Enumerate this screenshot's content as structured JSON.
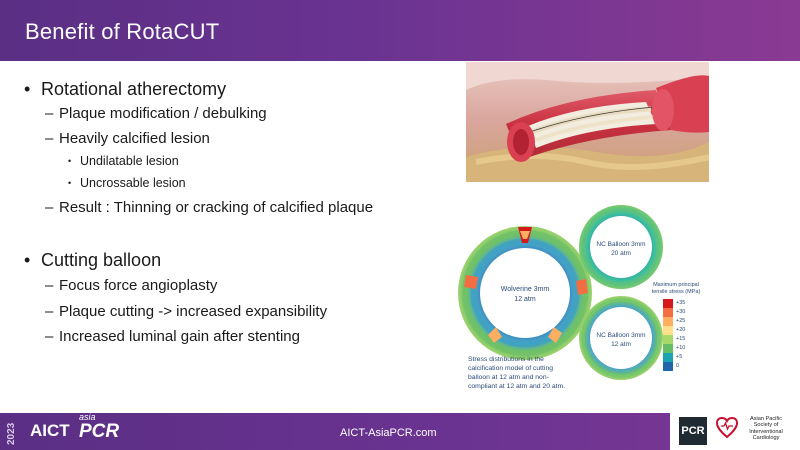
{
  "header": {
    "title": "Benefit of RotaCUT"
  },
  "content": {
    "section1": {
      "heading": "Rotational atherectomy",
      "items": [
        "Plaque modification / debulking",
        "Heavily calcified lesion",
        "Result : Thinning or cracking of calcified plaque"
      ],
      "subitems": [
        "Undilatable lesion",
        "Uncrossable lesion"
      ]
    },
    "section2": {
      "heading": "Cutting balloon",
      "items": [
        "Focus force angioplasty",
        "Plaque cutting -> increased expansibility",
        "Increased luminal gain after stenting"
      ]
    }
  },
  "figure": {
    "wolverine_label": [
      "Wolverine 3mm",
      "12 atm"
    ],
    "nc20_label": [
      "NC Balloon 3mm",
      "20 atm"
    ],
    "nc12_label": [
      "NC Balloon 3mm",
      "12 atm"
    ],
    "legend_title": [
      "Maximum principal",
      "tensile stress (MPa)"
    ],
    "legend_ticks": [
      "+35",
      "+30",
      "+25",
      "+20",
      "+15",
      "+10",
      "+5",
      "0"
    ],
    "legend_colors": [
      "#d7191c",
      "#f46d43",
      "#fdae61",
      "#fee08b",
      "#a6d96a",
      "#66bd63",
      "#1aa3b0",
      "#2166ac"
    ],
    "caption": [
      "Stress distributions in the",
      "calcification model of cutting",
      "balloon at 12 atm and non-",
      "compliant at 12 atm and 20 atm."
    ]
  },
  "footer": {
    "year": "2023",
    "logo_aict": "AICT",
    "logo_asia": "asia",
    "logo_pcr": "PCR",
    "url": "AICT-AsiaPCR.com",
    "pcr_badge": "PCR",
    "apsic_lines": [
      "Asian Pacific",
      "Society of",
      "Interventional",
      "Cardiology"
    ]
  }
}
